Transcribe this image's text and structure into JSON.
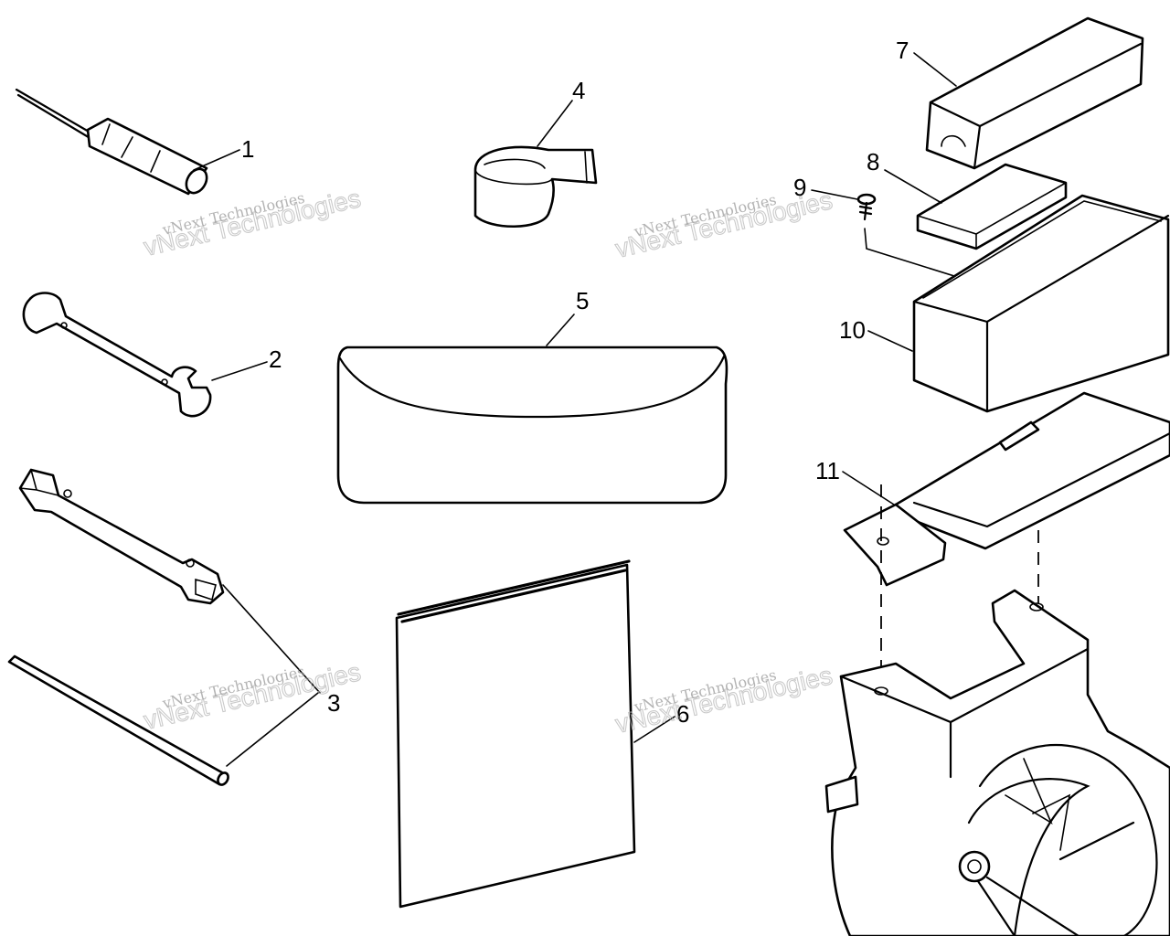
{
  "diagram": {
    "callouts": [
      {
        "id": "1",
        "label": "1"
      },
      {
        "id": "2",
        "label": "2"
      },
      {
        "id": "3",
        "label": "3"
      },
      {
        "id": "4",
        "label": "4"
      },
      {
        "id": "5",
        "label": "5"
      },
      {
        "id": "6",
        "label": "6"
      },
      {
        "id": "7",
        "label": "7"
      },
      {
        "id": "8",
        "label": "8"
      },
      {
        "id": "9",
        "label": "9"
      },
      {
        "id": "10",
        "label": "10"
      },
      {
        "id": "11",
        "label": "11"
      }
    ],
    "watermark": {
      "line_small": "vNext Technologies",
      "line_large": "vNext Technologies"
    },
    "colors": {
      "ink": "#000000",
      "paper": "#ffffff",
      "watermark": "#a0a0a0"
    }
  }
}
